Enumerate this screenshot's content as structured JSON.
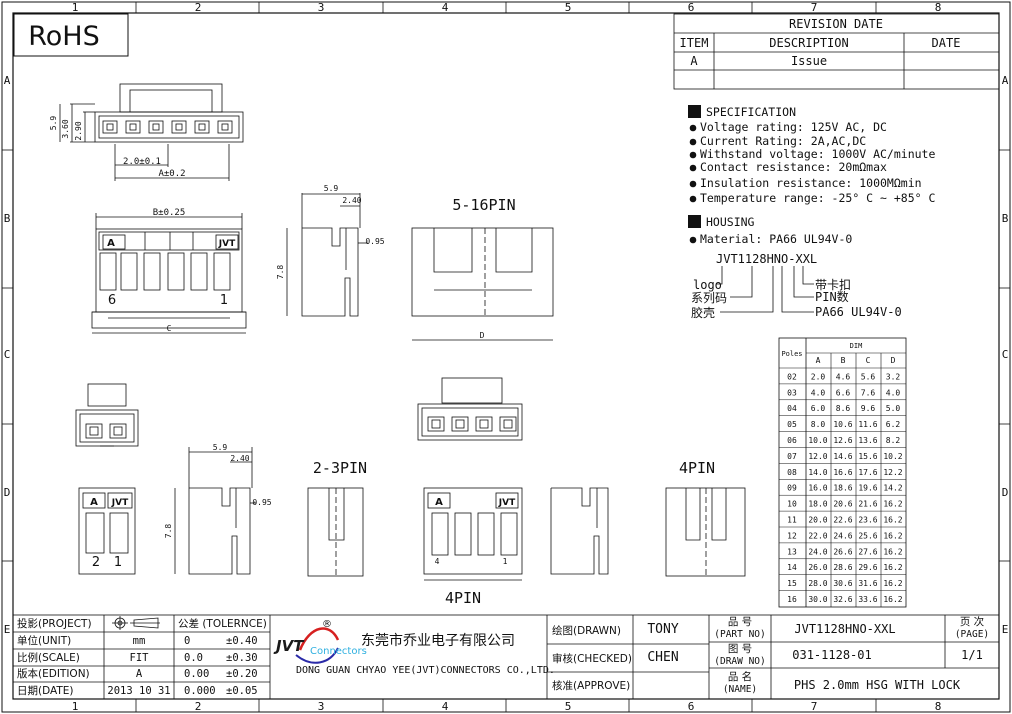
{
  "frame": {
    "columns": [
      "1",
      "2",
      "3",
      "4",
      "5",
      "6",
      "7",
      "8"
    ],
    "rows": [
      "A",
      "B",
      "C",
      "D",
      "E"
    ]
  },
  "rohs": "RoHS",
  "revision": {
    "title": "REVISION DATE",
    "headers": [
      "ITEM",
      "DESCRIPTION",
      "DATE"
    ],
    "rows": [
      {
        "item": "A",
        "description": "Issue",
        "date": ""
      }
    ]
  },
  "spec": {
    "title": "SPECIFICATION",
    "lines": [
      "Voltage rating: 125V AC, DC",
      "Current Rating: 2A,AC,DC",
      "Withstand voltage: 1000V AC/minute",
      "Contact resistance: 20mΩmax",
      "Insulation resistance: 1000MΩmin",
      "Temperature range: -25° C ~ +85° C"
    ],
    "housing_title": "HOUSING",
    "material": "Material: PA66 UL94V-0"
  },
  "part_code": {
    "code": "JVT1128HNO-XXL",
    "left_labels": [
      "logo",
      "系列码",
      "胶壳"
    ],
    "right_labels": [
      "带卡扣",
      "PIN数",
      "PA66 UL94V-0"
    ]
  },
  "dim_table": {
    "poles_label": "Poles",
    "dim_label": "DIM",
    "columns": [
      "A",
      "B",
      "C",
      "D"
    ],
    "rows": [
      [
        "02",
        "2.0",
        "4.6",
        "5.6",
        "3.2"
      ],
      [
        "03",
        "4.0",
        "6.6",
        "7.6",
        "4.0"
      ],
      [
        "04",
        "6.0",
        "8.6",
        "9.6",
        "5.0"
      ],
      [
        "05",
        "8.0",
        "10.6",
        "11.6",
        "6.2"
      ],
      [
        "06",
        "10.0",
        "12.6",
        "13.6",
        "8.2"
      ],
      [
        "07",
        "12.0",
        "14.6",
        "15.6",
        "10.2"
      ],
      [
        "08",
        "14.0",
        "16.6",
        "17.6",
        "12.2"
      ],
      [
        "09",
        "16.0",
        "18.6",
        "19.6",
        "14.2"
      ],
      [
        "10",
        "18.0",
        "20.6",
        "21.6",
        "16.2"
      ],
      [
        "11",
        "20.0",
        "22.6",
        "23.6",
        "16.2"
      ],
      [
        "12",
        "22.0",
        "24.6",
        "25.6",
        "16.2"
      ],
      [
        "13",
        "24.0",
        "26.6",
        "27.6",
        "16.2"
      ],
      [
        "14",
        "26.0",
        "28.6",
        "29.6",
        "16.2"
      ],
      [
        "15",
        "28.0",
        "30.6",
        "31.6",
        "16.2"
      ],
      [
        "16",
        "30.0",
        "32.6",
        "33.6",
        "16.2"
      ]
    ]
  },
  "drawing": {
    "dim_5_9": "5.9",
    "dim_3_60": "3.60",
    "dim_2_90": "2.90",
    "dim_2_0": "2.0±0.1",
    "dim_a": "A±0.2",
    "dim_b": "B±0.25",
    "dim_c": "C",
    "dim_d": "D",
    "dim_7_8": "7.8",
    "dim_2_40": "2.40",
    "dim_0_95": "0.95",
    "label_5_16": "5-16PIN",
    "label_2_3": "2-3PIN",
    "label_4pin": "4PIN",
    "label_4pin_b": "4PIN",
    "mark_a": "A",
    "mark_jvt": "JVT",
    "pin_6": "6",
    "pin_1": "1",
    "pin_2": "2",
    "pin_1b": "1",
    "pin_4": "4",
    "pin_1c": "1"
  },
  "title_block": {
    "project_label": "投影(PROJECT)",
    "unit_label": "单位(UNIT)",
    "unit_value": "mm",
    "scale_label": "比例(SCALE)",
    "scale_value": "FIT",
    "edition_label": "版本(EDITION)",
    "edition_value": "A",
    "date_label": "日期(DATE)",
    "date_value": "2013 10 31",
    "tol_label": "公差 (TOLERNCE)",
    "tolerances": [
      {
        "k": "0",
        "v": "±0.40"
      },
      {
        "k": "0.0",
        "v": "±0.30"
      },
      {
        "k": "0.00",
        "v": "±0.20"
      },
      {
        "k": "0.000",
        "v": "±0.05"
      }
    ],
    "company_cn": "东莞市乔业电子有限公司",
    "company_en": "DONG GUAN CHYAO YEE(JVT)CONNECTORS CO.,LTD.",
    "logo_text": "JVT",
    "logo_sub": "Connectors",
    "logo_reg": "®",
    "drawn_label": "绘图(DRAWN)",
    "drawn_value": "TONY",
    "checked_label": "审核(CHECKED)",
    "checked_value": "CHEN",
    "approve_label": "核准(APPROVE)",
    "approve_value": "",
    "part_no_label_cn": "品    号",
    "part_no_label": "(PART NO)",
    "part_no_value": "JVT1128HNO-XXL",
    "draw_no_label_cn": "图    号",
    "draw_no_label": "(DRAW NO)",
    "draw_no_value": "031-1128-01",
    "name_label_cn": "品    名",
    "name_label": "(NAME)",
    "name_value": "PHS 2.0mm HSG WITH LOCK",
    "page_label_cn": "页  次",
    "page_label": "(PAGE)",
    "page_value": "1/1"
  }
}
